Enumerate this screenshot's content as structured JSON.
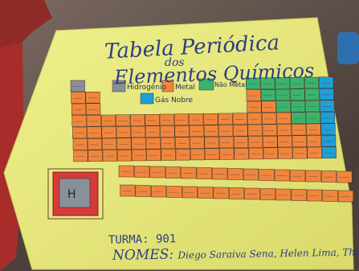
{
  "poster": {
    "title_line1": "Tabela Periódica",
    "title_connector": "dos",
    "title_line2": "Elementos Químicos",
    "legend": [
      {
        "label": "Hidrogênio",
        "color": "#8a8f96"
      },
      {
        "label": "Metal",
        "color": "#f0863c"
      },
      {
        "label": "Não Metal",
        "color": "#3bb46b"
      },
      {
        "label": "Gás Nobre",
        "color": "#1f9fd6"
      }
    ],
    "turma_label": "TURMA: 901",
    "nomes_label": "NOMES:",
    "nomes_value": "Diego Saraiva Sena, Helen Lima, Thalita"
  },
  "colors": {
    "paper": "#e9ea7c",
    "metal": "#f0863c",
    "nonmetal": "#3bb46b",
    "noble_gas": "#1f9fd6",
    "hydrogen": "#8a8f96",
    "ink": "#2b3f86",
    "card": "#d83a3a"
  }
}
